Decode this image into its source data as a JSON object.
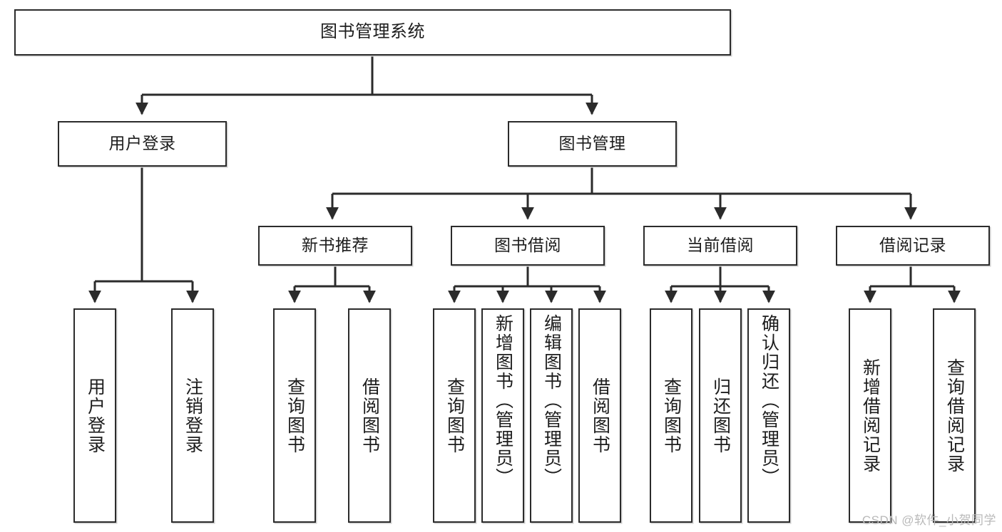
{
  "diagram": {
    "title": "图书管理系统",
    "type": "tree-hierarchy-chart",
    "watermark": "CSDN @软件_小贺同学",
    "colors": {
      "box_border": "#2b2b2b",
      "box_fill": "#ffffff",
      "edge": "#2b2b2b",
      "text": "#1d1d1d",
      "watermark": "#b9b9b9",
      "background": "#ffffff"
    }
  },
  "nodes": {
    "root": {
      "label": "图书管理系统"
    },
    "level2": [
      {
        "id": "user-login",
        "label": "用户登录"
      },
      {
        "id": "book-management",
        "label": "图书管理"
      }
    ],
    "level3": [
      {
        "id": "new-book-recommend",
        "label": "新书推荐"
      },
      {
        "id": "book-borrow",
        "label": "图书借阅"
      },
      {
        "id": "current-borrow",
        "label": "当前借阅"
      },
      {
        "id": "borrow-record",
        "label": "借阅记录"
      }
    ],
    "leaves": {
      "user_login": [
        {
          "id": "leaf-user-login",
          "label": "用户登录"
        },
        {
          "id": "leaf-logout-login",
          "label": "注销登录"
        }
      ],
      "new_book_recommend": [
        {
          "id": "leaf-query-book-1",
          "label": "查询图书"
        },
        {
          "id": "leaf-borrow-book-1",
          "label": "借阅图书"
        }
      ],
      "book_borrow": [
        {
          "id": "leaf-query-book-2",
          "label": "查询图书"
        },
        {
          "id": "leaf-add-book",
          "label": "新增图书（管理员）"
        },
        {
          "id": "leaf-edit-book",
          "label": "编辑图书（管理员）"
        },
        {
          "id": "leaf-borrow-book-2",
          "label": "借阅图书"
        }
      ],
      "current_borrow": [
        {
          "id": "leaf-query-book-3",
          "label": "查询图书"
        },
        {
          "id": "leaf-return-book",
          "label": "归还图书"
        },
        {
          "id": "leaf-confirm-return",
          "label": "确认归还（管理员）"
        }
      ],
      "borrow_record": [
        {
          "id": "leaf-add-borrow-record",
          "label": "新增借阅记录"
        },
        {
          "id": "leaf-query-borrow-record",
          "label": "查询借阅记录"
        }
      ]
    }
  },
  "chart_data": {
    "type": "tree",
    "title": "图书管理系统",
    "root": {
      "label": "图书管理系统",
      "children": [
        {
          "label": "用户登录",
          "children": [
            {
              "label": "用户登录"
            },
            {
              "label": "注销登录"
            }
          ]
        },
        {
          "label": "图书管理",
          "children": [
            {
              "label": "新书推荐",
              "children": [
                {
                  "label": "查询图书"
                },
                {
                  "label": "借阅图书"
                }
              ]
            },
            {
              "label": "图书借阅",
              "children": [
                {
                  "label": "查询图书"
                },
                {
                  "label": "新增图书（管理员）"
                },
                {
                  "label": "编辑图书（管理员）"
                },
                {
                  "label": "借阅图书"
                }
              ]
            },
            {
              "label": "当前借阅",
              "children": [
                {
                  "label": "查询图书"
                },
                {
                  "label": "归还图书"
                },
                {
                  "label": "确认归还（管理员）"
                }
              ]
            },
            {
              "label": "借阅记录",
              "children": [
                {
                  "label": "新增借阅记录"
                },
                {
                  "label": "查询借阅记录"
                }
              ]
            }
          ]
        }
      ]
    }
  }
}
